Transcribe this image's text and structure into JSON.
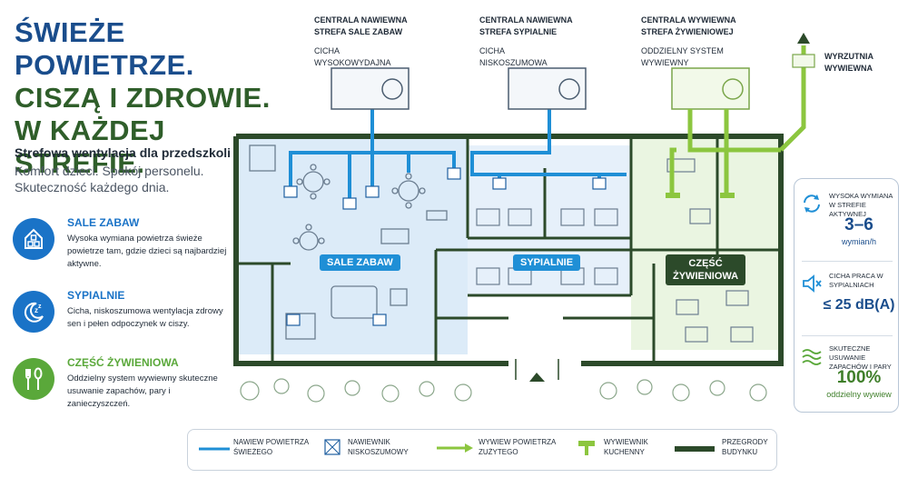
{
  "headline": {
    "line1": "ŚWIEŻE POWIETRZE.",
    "line2": "CISZĄ I ZDROWIE.",
    "line3": "W KAŻDEJ STREFIE."
  },
  "subtitle": "Strefowa wentylacja dla przedszkoli",
  "sublines": [
    "Komfort dzieci. Spokój personelu.",
    "Skuteczność każdego dnia."
  ],
  "features": [
    {
      "title": "SALE ZABAW",
      "desc": "Wysoka wymiana powietrza świeże powietrze tam, gdzie dzieci są najbardziej aktywne.",
      "color": "#1a73c7",
      "icon": "building-blocks-icon"
    },
    {
      "title": "SYPIALNIE",
      "desc": "Cicha, niskoszumowa wentylacja zdrowy sen i pełen odpoczynek w ciszy.",
      "color": "#1a73c7",
      "icon": "moon-zz-icon"
    },
    {
      "title": "CZĘŚĆ ŻYWIENIOWA",
      "desc": "Oddzielny system wywiewny skuteczne usuwanie zapachów, pary i zanieczyszczeń.",
      "color": "#5aa83a",
      "icon": "fork-spoon-icon"
    }
  ],
  "ahus": [
    {
      "title1": "CENTRALA NAWIEWNA",
      "title2": "STREFA SALE ZABAW",
      "desc1": "CICHA",
      "desc2": "WYSOKOWYDAJNA"
    },
    {
      "title1": "CENTRALA NAWIEWNA",
      "title2": "STREFA SYPIALNIE",
      "desc1": "CICHA",
      "desc2": "NISKOSZUMOWA"
    },
    {
      "title1": "CENTRALA WYWIEWNA",
      "title2": "STREFA ŻYWIENIOWEJ",
      "desc1": "ODDZIELNY SYSTEM",
      "desc2": "WYWIEWNY"
    }
  ],
  "exhaust": {
    "line1": "WYRZUTNIA",
    "line2": "WYWIEWNA"
  },
  "rooms": {
    "play": "SALE ZABAW",
    "sleep": "SYPIALNIE",
    "dining1": "CZĘŚĆ",
    "dining2": "ŻYWIENIOWA"
  },
  "stats": [
    {
      "cap": "WYSOKA WYMIANA W STREFIE AKTYWNEJ",
      "big": "3–6",
      "unit": "wymian/h",
      "icon": "refresh-arrows-icon"
    },
    {
      "cap": "CICHA PRACA W SYPIALNIACH",
      "big": "≤ 25 dB(A)",
      "unit": "",
      "icon": "speaker-mute-icon"
    },
    {
      "cap": "SKUTECZNE USUWANIE ZAPACHÓW I PARY",
      "big": "100%",
      "unit": "oddzielny wywiew",
      "icon": "vapor-waves-icon"
    }
  ],
  "legend": [
    {
      "l1": "NAWIEW POWIETRZA",
      "l2": "ŚWIEŻEGO",
      "symbol": "supply-line-icon"
    },
    {
      "l1": "NAWIEWNIK",
      "l2": "NISKOSZUMOWY",
      "symbol": "diffuser-icon"
    },
    {
      "l1": "WYWIEW POWIETRZA",
      "l2": "ZUŻYTEGO",
      "symbol": "exhaust-arrow-icon"
    },
    {
      "l1": "WYWIEWNIK",
      "l2": "KUCHENNY",
      "symbol": "kitchen-hood-icon"
    },
    {
      "l1": "PRZEGRODY",
      "l2": "BUDYNKU",
      "symbol": "wall-line-icon"
    }
  ],
  "colors": {
    "supply_blue": "#1f8fd6",
    "play_zone": "#dcebf8",
    "sleep_zone": "#e6f0fa",
    "dining_zone": "#eaf5e1",
    "wall": "#2c4a2a",
    "exhaust_green": "#8cc63f",
    "headline_blue": "#1a4d8c",
    "headline_green": "#2f5e2a"
  }
}
